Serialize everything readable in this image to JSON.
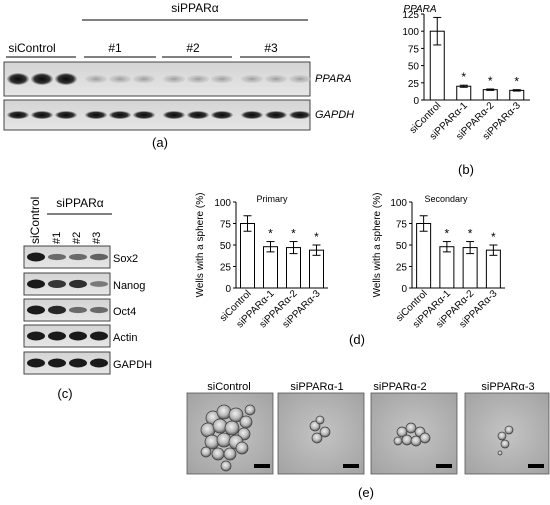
{
  "panel_a": {
    "top_header": "siPPARα",
    "control_label": "siControl",
    "group_labels": [
      "#1",
      "#2",
      "#3"
    ],
    "gene_labels": [
      "PPARA",
      "GAPDH"
    ],
    "panel_label": "(a)"
  },
  "panel_b": {
    "panel_label": "(b)"
  },
  "panel_c": {
    "control_label": "siControl",
    "top_header": "siPPARα",
    "lane_labels": [
      "#1",
      "#2",
      "#3"
    ],
    "protein_labels": [
      "Sox2",
      "Nanog",
      "Oct4",
      "Actin",
      "GAPDH"
    ],
    "panel_label": "(c)"
  },
  "panel_d": {
    "panel_label": "(d)"
  },
  "panel_e": {
    "image_labels": [
      "siControl",
      "siPPARα-1",
      "siPPARα-2",
      "siPPARα-3"
    ],
    "panel_label": "(e)"
  },
  "chart_data": [
    {
      "type": "bar",
      "title": "PPARA",
      "xlabel": "",
      "ylabel": "",
      "categories": [
        "siControl",
        "siPPARα-1",
        "siPPARα-2",
        "siPPARα-3"
      ],
      "values": [
        100,
        20,
        15,
        14
      ],
      "errors": [
        20,
        1.5,
        1,
        1
      ],
      "significance": [
        "",
        "*",
        "*",
        "*"
      ],
      "yticks": [
        0,
        25,
        50,
        75,
        100,
        125
      ],
      "ylim": [
        0,
        125
      ],
      "grid": false
    },
    {
      "type": "bar",
      "title": "Primary",
      "xlabel": "",
      "ylabel": "Wells with a sphere (%)",
      "categories": [
        "siControl",
        "siPPARα-1",
        "siPPARα-2",
        "siPPARα-3"
      ],
      "values": [
        75,
        48,
        47,
        44
      ],
      "errors": [
        9,
        6,
        7,
        6
      ],
      "significance": [
        "",
        "*",
        "*",
        "*"
      ],
      "yticks": [
        0,
        25,
        50,
        75,
        100
      ],
      "ylim": [
        0,
        100
      ],
      "grid": false
    },
    {
      "type": "bar",
      "title": "Secondary",
      "xlabel": "",
      "ylabel": "Wells with a sphere (%)",
      "categories": [
        "siControl",
        "siPPARα-1",
        "siPPARα-2",
        "siPPARα-3"
      ],
      "values": [
        75,
        48,
        47,
        44
      ],
      "errors": [
        9,
        6,
        7,
        6
      ],
      "significance": [
        "",
        "*",
        "*",
        "*"
      ],
      "yticks": [
        0,
        25,
        50,
        75,
        100
      ],
      "ylim": [
        0,
        100
      ],
      "grid": false
    }
  ]
}
